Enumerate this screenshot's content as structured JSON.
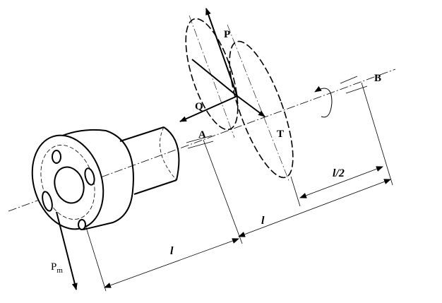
{
  "labels": {
    "P": "P",
    "Q": "Q",
    "T": "T",
    "A": "A",
    "B": "B",
    "Pm_main": "P",
    "Pm_sub": "m",
    "dim_l_left": "l",
    "dim_l_right": "l",
    "dim_l_half": "l/2"
  },
  "colors": {
    "stroke": "#000000",
    "background": "#ffffff"
  }
}
